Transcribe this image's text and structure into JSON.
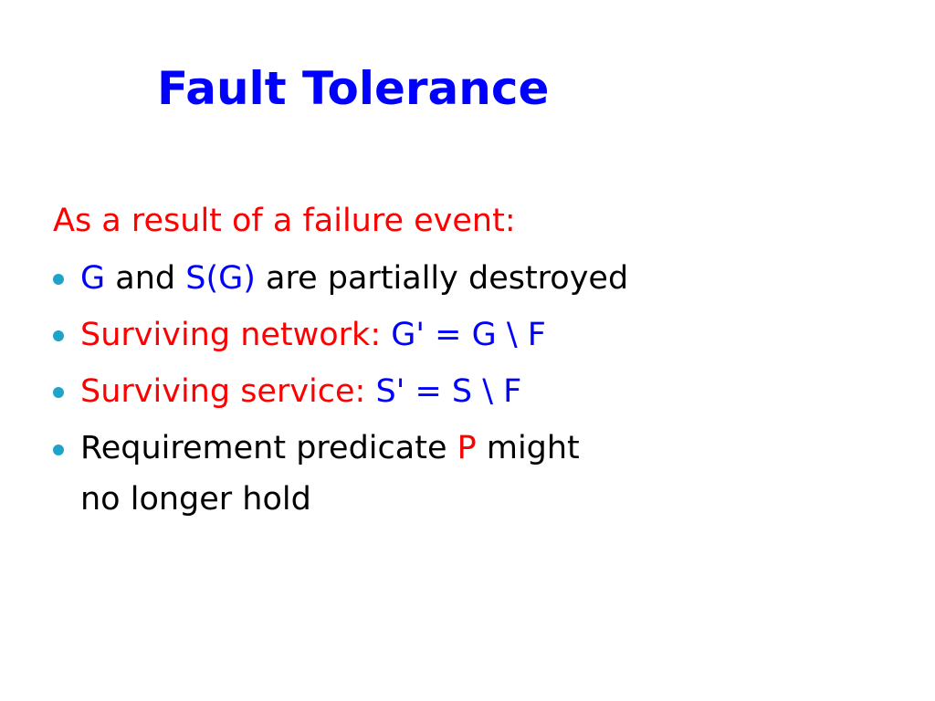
{
  "colors": {
    "blue": "#0000ff",
    "red": "#ff0000",
    "black": "#000000",
    "bullet": "#1fa3c8"
  },
  "title": "Fault Tolerance",
  "intro": "As a result of a failure event:",
  "bullets": [
    {
      "parts": [
        {
          "text": "G",
          "color": "blue"
        },
        {
          "text": " and ",
          "color": "black"
        },
        {
          "text": "S(G)",
          "color": "blue"
        },
        {
          "text": " are partially destroyed",
          "color": "black"
        }
      ]
    },
    {
      "parts": [
        {
          "text": "Surviving network: ",
          "color": "red"
        },
        {
          "text": "G' = G \\ F",
          "color": "blue"
        }
      ]
    },
    {
      "parts": [
        {
          "text": "Surviving service: ",
          "color": "red"
        },
        {
          "text": "S' = S \\ F",
          "color": "blue"
        }
      ]
    },
    {
      "parts": [
        {
          "text": "Requirement predicate ",
          "color": "black"
        },
        {
          "text": "P",
          "color": "red"
        },
        {
          "text": " might",
          "color": "black"
        }
      ],
      "line2": "no longer hold"
    }
  ]
}
